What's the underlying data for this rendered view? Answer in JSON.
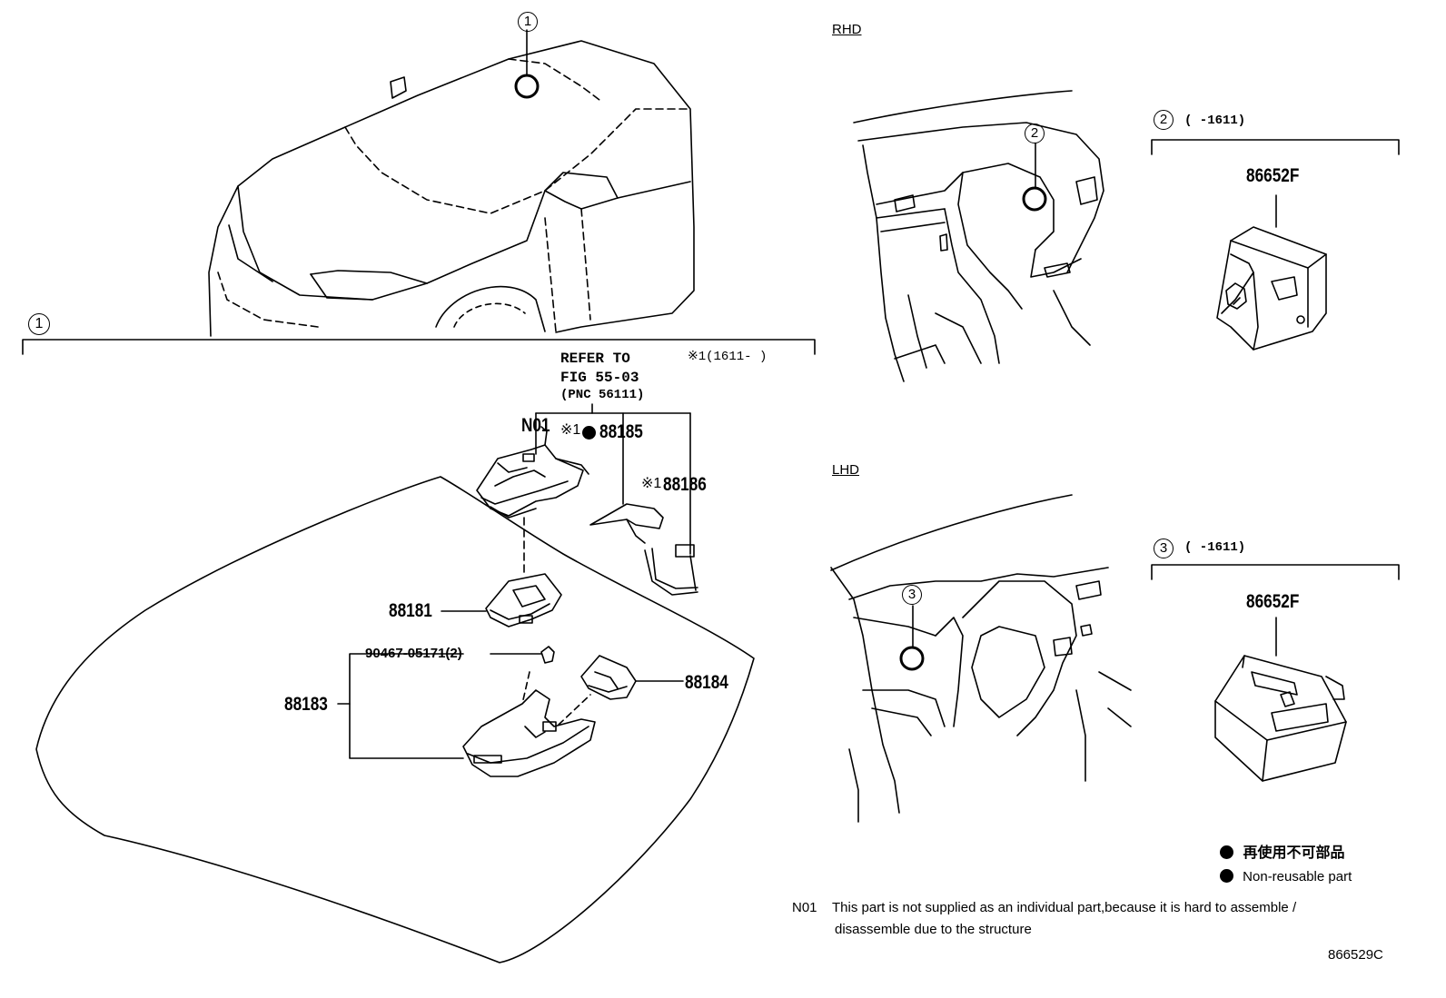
{
  "views": {
    "rhd_label": "RHD",
    "lhd_label": "LHD"
  },
  "callouts": {
    "c1": "1",
    "c2": "2",
    "c3": "3"
  },
  "ranges": {
    "r1": "※1(1611-  )",
    "r2": "(  -1611)",
    "r3": "(  -1611)"
  },
  "refer": {
    "line1": "REFER TO",
    "line2": "FIG 55-03",
    "line3": "(PNC 56111)"
  },
  "parts": {
    "n01": "N01",
    "p88185_mark": "※1",
    "p88185": "88185",
    "p88186_mark": "※1",
    "p88186": "88186",
    "p88181": "88181",
    "p90467": "90467-05171(2)",
    "p88183": "88183",
    "p88184": "88184",
    "p86652f_a": "86652F",
    "p86652f_b": "86652F"
  },
  "legend": {
    "jp": "再使用不可部品",
    "en": "Non-reusable part"
  },
  "footnote": {
    "code": "N01",
    "line1": "This part is not supplied as an individual part,because it is hard to assemble /",
    "line2": "disassemble due to the structure"
  },
  "figure_id": "866529C"
}
